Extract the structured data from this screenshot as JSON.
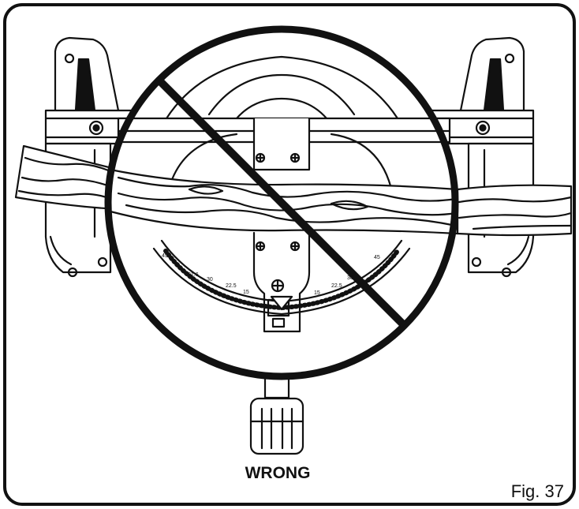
{
  "caption": {
    "status_label": "WRONG",
    "figure_label": "Fig. 37"
  },
  "miter_scale": {
    "left_ticks": [
      "45",
      "31.6",
      "30",
      "22.5",
      "15"
    ],
    "right_ticks": [
      "15",
      "22.5",
      "30",
      "45"
    ]
  },
  "colors": {
    "line": "#111111",
    "fill": "#ffffff"
  }
}
